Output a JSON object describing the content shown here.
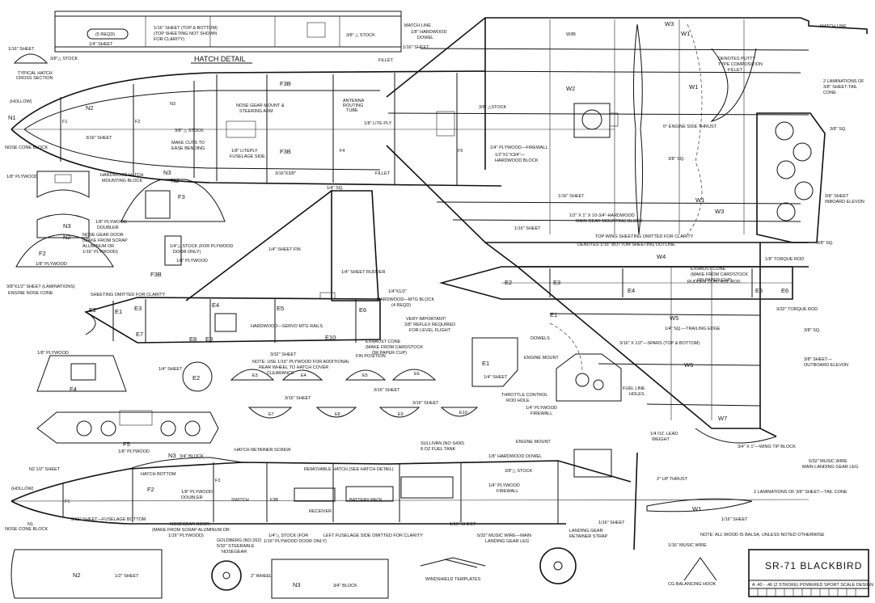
{
  "title_block": {
    "title": "SR-71 BLACKBIRD",
    "subtitle": "A .40 - .46 (2 STROKE) POWERED SPORT SCALE DESIGN"
  },
  "hatch": {
    "detail": "HATCH DETAIL",
    "reqd": "(5 REQD)",
    "sheet_quarter": "1/4\" SHEET",
    "sheet_note": "1/16\" SHEET (TOP & BOTTOM)",
    "sheet_note2": "(TOP SHEETING NOT SHOWN",
    "sheet_note3": "FOR CLARITY)",
    "stock": "3/8\" △ STOCK",
    "match_line": "MATCH LINE",
    "dowel": "1/8\" HARDWOOD",
    "dowel2": "DOWEL",
    "typical": "TYPICAL HATCH",
    "typical2": "CROSS SECTION",
    "sheet16": "1/16\" SHEET",
    "stock38": "3/8\"△ STOCK"
  },
  "top_fus": {
    "hollow": "(HOLLOW)",
    "n1": "N1",
    "nose_block": "NOSE CONE BLOCK",
    "n2": "N2",
    "n3": "N3",
    "f1": "F1",
    "f2": "F2",
    "f3b": "F3B",
    "f4": "F4",
    "f5": "F5",
    "nose_gear": "NOSE GEAR MOUNT &",
    "nose_gear2": "STEERING ARM",
    "stock": "3/8\" △ STOCK",
    "sheet316": "3/16\" SHEET",
    "make_cuts": "MAKE CUTS TO",
    "make_cuts2": "EASE BENDING",
    "fus_side": "1/8\" LITEPLY",
    "fus_side2": "FUSELAGE SIDE",
    "f3b2": "F3B",
    "spar": "3/16\"X3/8\"",
    "fillet": "FILLET",
    "fillet2": "FILLET",
    "antenna": "ANTENNA",
    "antenna2": "ROUTING",
    "antenna3": "TUBE",
    "lite_ply": "1/8\" LITE PLY",
    "stock2": "3/8\" △STOCK",
    "firewall": "1/4\" PLYWOOD—FIREWALL",
    "hw_block": "1/2\"X1\"X3/4\"—",
    "hw_block2": "HARDWOOD BLOCK",
    "sheet16": "1/16\" SHEET",
    "sheet16b": "1/16\" SHEET"
  },
  "wing": {
    "match_line": "MATCH LINE",
    "w1": "W1",
    "w2": "W2",
    "w3": "W3",
    "w3b": "W3B",
    "w4": "W4",
    "w5": "W5",
    "w6": "W6",
    "w7": "W7",
    "putty": "DENOTES PUTTY",
    "putty2": "TYPE COMPOSITION",
    "putty3": "FILLET",
    "laminations": "2 LAMINATIONS OF",
    "laminations2": "3/8\" SHEET-TAIL",
    "laminations3": "CONE",
    "side_thrust": "0° ENGINE SIDE THRUST",
    "sq38": "3/8\" SQ.",
    "sq38b": "3/8\" SQ.",
    "inboard": "3/8\" SHEET",
    "inboard2": "INBOARD ELEVON",
    "gear_block": "1/2\" X 1\" X 10-3/4\"-HARDWOOD",
    "gear_block2": "MAIN GEAR MOUNTING BLOCK",
    "top_sheeting": "TOP WING SHEETING OMITTED FOR CLARITY",
    "bottom_sheeting": "DENOTES 1/16\" BOTTOM SHEETING OUTLINE",
    "torque_rod": "1/8\" TORQUE ROD",
    "sq38c": "3/8\" SQ.",
    "torque_rod2": "3/32\" TORQUE ROD",
    "sq38d": "3/8\" SQ.",
    "trailing": "1/4\" SQ.—TRAILING EDGE",
    "spars": "3/16\" X 1/2\"—SPARS (TOP & BOTTOM)",
    "outboard": "3/8\" SHEET—",
    "outboard2": "OUTBOARD ELEVON",
    "tip_block": "3/4\" X 1\"—WING TIP BLOCK",
    "lead": "1/4 OZ. LEAD",
    "lead2": "WEIGHT",
    "sheet16": "1/16\" SHEET"
  },
  "nacelle": {
    "e1": "E1",
    "e2": "E2",
    "e3": "E3",
    "e4": "E4",
    "e5": "E5",
    "e6": "E6",
    "rudder_control": "RUDDER CONTROL ROD",
    "exhaust": "EXHAUST CONE",
    "exhaust2": "(MAKE FROM CARDSTOCK",
    "exhaust3": "OR PAPER CUP)"
  },
  "fin": {
    "sq14": "1/4\" SQ.",
    "sheet_fin": "1/4\" SHEET FIN",
    "rudder": "1/4\" SHEET RUDDER",
    "hw14": "1/4\"X1/2\"",
    "mtg_block": "HARDWOOD—MTG BLOCK",
    "mtg_block2": "(4 REQD)",
    "servo": "HARDWOOD—SERVO MTG RAILS",
    "important": "VERY IMPORTANT!",
    "important2": "3/8\" REFLEX REQUIRED",
    "important3": "FOR LEVEL FLIGHT",
    "exhaust": "EXHAUST CONE",
    "exhaust2": "(MAKE FROM CARDSTOCK",
    "exhaust3": "OR PAPER CUP)",
    "sheet332": "3/32\" SHEET",
    "note": "NOTE: USE 1/16\" PLYWOOD FOR ADDITIONAL",
    "note2": "REAR WHEEL TO HATCH COVER",
    "note3": "CLEARANCE",
    "sheeting_omitted": "SHEETING OMITTED FOR CLARITY",
    "lam": "3/8\"X1/2\" SHEET (LAMINATIONS)",
    "lam2": "ENGINE NOSE CONE",
    "e1": "E1",
    "e2": "E2",
    "e3": "E3",
    "e4": "E4",
    "e5": "E5",
    "e6": "E6",
    "e7": "E7",
    "e8": "E8",
    "e9": "E9",
    "e10": "E10"
  },
  "formers": {
    "ply18": "1/8\" PLYWOOD",
    "n3": "N3",
    "n2": "N2",
    "hw_hatch": "HARDWOOD HATCH",
    "hw_hatch2": "MOUNTING BLOCK",
    "f3": "F3",
    "doubler": "1/8\" PLYWOOD",
    "doubler2": "DOUBLER",
    "nose_door": "NOSE GEAR DOOR",
    "nose_door2": "(MAKE FROM SCRAP",
    "nose_door3": "ALUMINUM OR",
    "nose_door4": "1/16\" PLYWOOD)",
    "n3b": "N3",
    "n2b": "N2",
    "f2": "F2",
    "ply18b": "1/8\" PLYWOOD",
    "stock14": "1/4\"△ STOCK (FOR PLYWOOD",
    "stock14b": "DOOR ONLY)",
    "f3b": "F3B",
    "ply18c": "1/8\" PLYWOOD",
    "ply18d": "1/8\" PLYWOOD",
    "f4": "F4",
    "sheet14": "1/4\" SHEET",
    "e2": "E2",
    "fin_pos": "FIN POSITION",
    "e3": "E3",
    "e4": "E4",
    "e5": "E5",
    "e6": "E6",
    "sheet316": "3/16\" SHEET",
    "sheet316b": "3/16\" SHEET",
    "sheet316c": "3/16\" SHEET",
    "e7": "E7",
    "e8": "E8",
    "e9": "E9",
    "e10": "E10",
    "f5": "F5",
    "ply18e": "1/8\" PLYWOOD"
  },
  "engine": {
    "dowels": "DOWELS",
    "engine_mount": "ENGINE MOUNT",
    "e1": "E1",
    "sheet14": "1/4\" SHEET",
    "throttle": "THROTTLE CONTROL",
    "throttle2": "ROD HOLE",
    "fuel": "FUEL LINE",
    "fuel2": "HOLES",
    "firewall": "1/4\" PLYWOOD",
    "firewall2": "FIREWALL"
  },
  "side_fus": {
    "n3": "N3",
    "block34": "3/4\" BLOCK",
    "n2": "N2 1/2\" SHEET",
    "hollow": "(HOLLOW)",
    "n1": "N1",
    "nose_block": "NOSE CONE BLOCK",
    "hatch_screw": "HATCH RETAINER SCREW",
    "removable": "REMOVABLE HATCH (SEE HATCH DETAIL)",
    "hatch_bottom": "HATCH BOTTOM",
    "f1": "F1",
    "f2": "F2",
    "f3": "F3",
    "doubler": "1/8\" PLYWOOD",
    "doubler2": "DOUBLER",
    "switch": "SWITCH",
    "f3b": "F3B",
    "receiver": "RECEIVER",
    "battery": "BATTERY PACK",
    "fus_bottom": "3/16\" SHEET—FUSELAGE BOTTOM",
    "nosegear_door": "NOSEGEAR DOOR",
    "nosegear_door2": "(MAKE FROM SCRAP ALUMINUM OR",
    "nosegear_door3": "1/16\" PLYWOOD)",
    "soldering": "GOLDBERG (NO.262)",
    "soldering2": "5/32\" STEERABLE",
    "soldering3": "NOSEGEAR",
    "stock14": "1/4\"△ STOCK (FOR",
    "stock14b": "1/16\" PLYWOOD DOOR ONLY)",
    "omitted": "LEFT FUSELAGE SIDE OMITTED FOR CLARITY",
    "wheel": "2\" WHEEL",
    "sullivan": "SULLIVAN (NO S430)",
    "sullivan2": "8 OZ FUEL TANK",
    "hw_dowel": "1/8\" HARDWOOD DOWEL",
    "engine_mount": "ENGINE MOUNT",
    "stock38": "3/8\"△ STOCK",
    "ply14": "1/4\" PLYWOOD",
    "ply14b": "FIREWALL",
    "up_thrust": "2° UP THRUST",
    "sheet16": "1/16\" SHEET",
    "music_wire": "5/32\" MUSIC WIRE—MAIN",
    "music_wire2": "LANDING GEAR LEG",
    "landing_strap": "LANDING GEAR",
    "landing_strap2": "RETAINER STRAP",
    "sheet16b": "1/16\" SHEET",
    "laminations": "2 LAMINATIONS OF 3/8\" SHEET—TAIL CONE",
    "w1": "W1",
    "sheet16c": "1/16\" SHEET",
    "main_gear": "5/32\" MUSIC WIRE",
    "main_gear2": "MAIN LANDING GEAR LEG",
    "note": "NOTE: ALL WOOD IS BALSA, UNLESS NOTED OTHERWISE"
  },
  "bottom_parts": {
    "n2": "N2",
    "sheet12": "1/2\" SHEET",
    "n3": "N3",
    "block34": "3/4\" BLOCK",
    "windshield": "WINDSHIELD TEMPLATES",
    "music_wire": "1/16\" MUSIC WIRE",
    "cg_hook": "CG BALANCING HOOK"
  }
}
